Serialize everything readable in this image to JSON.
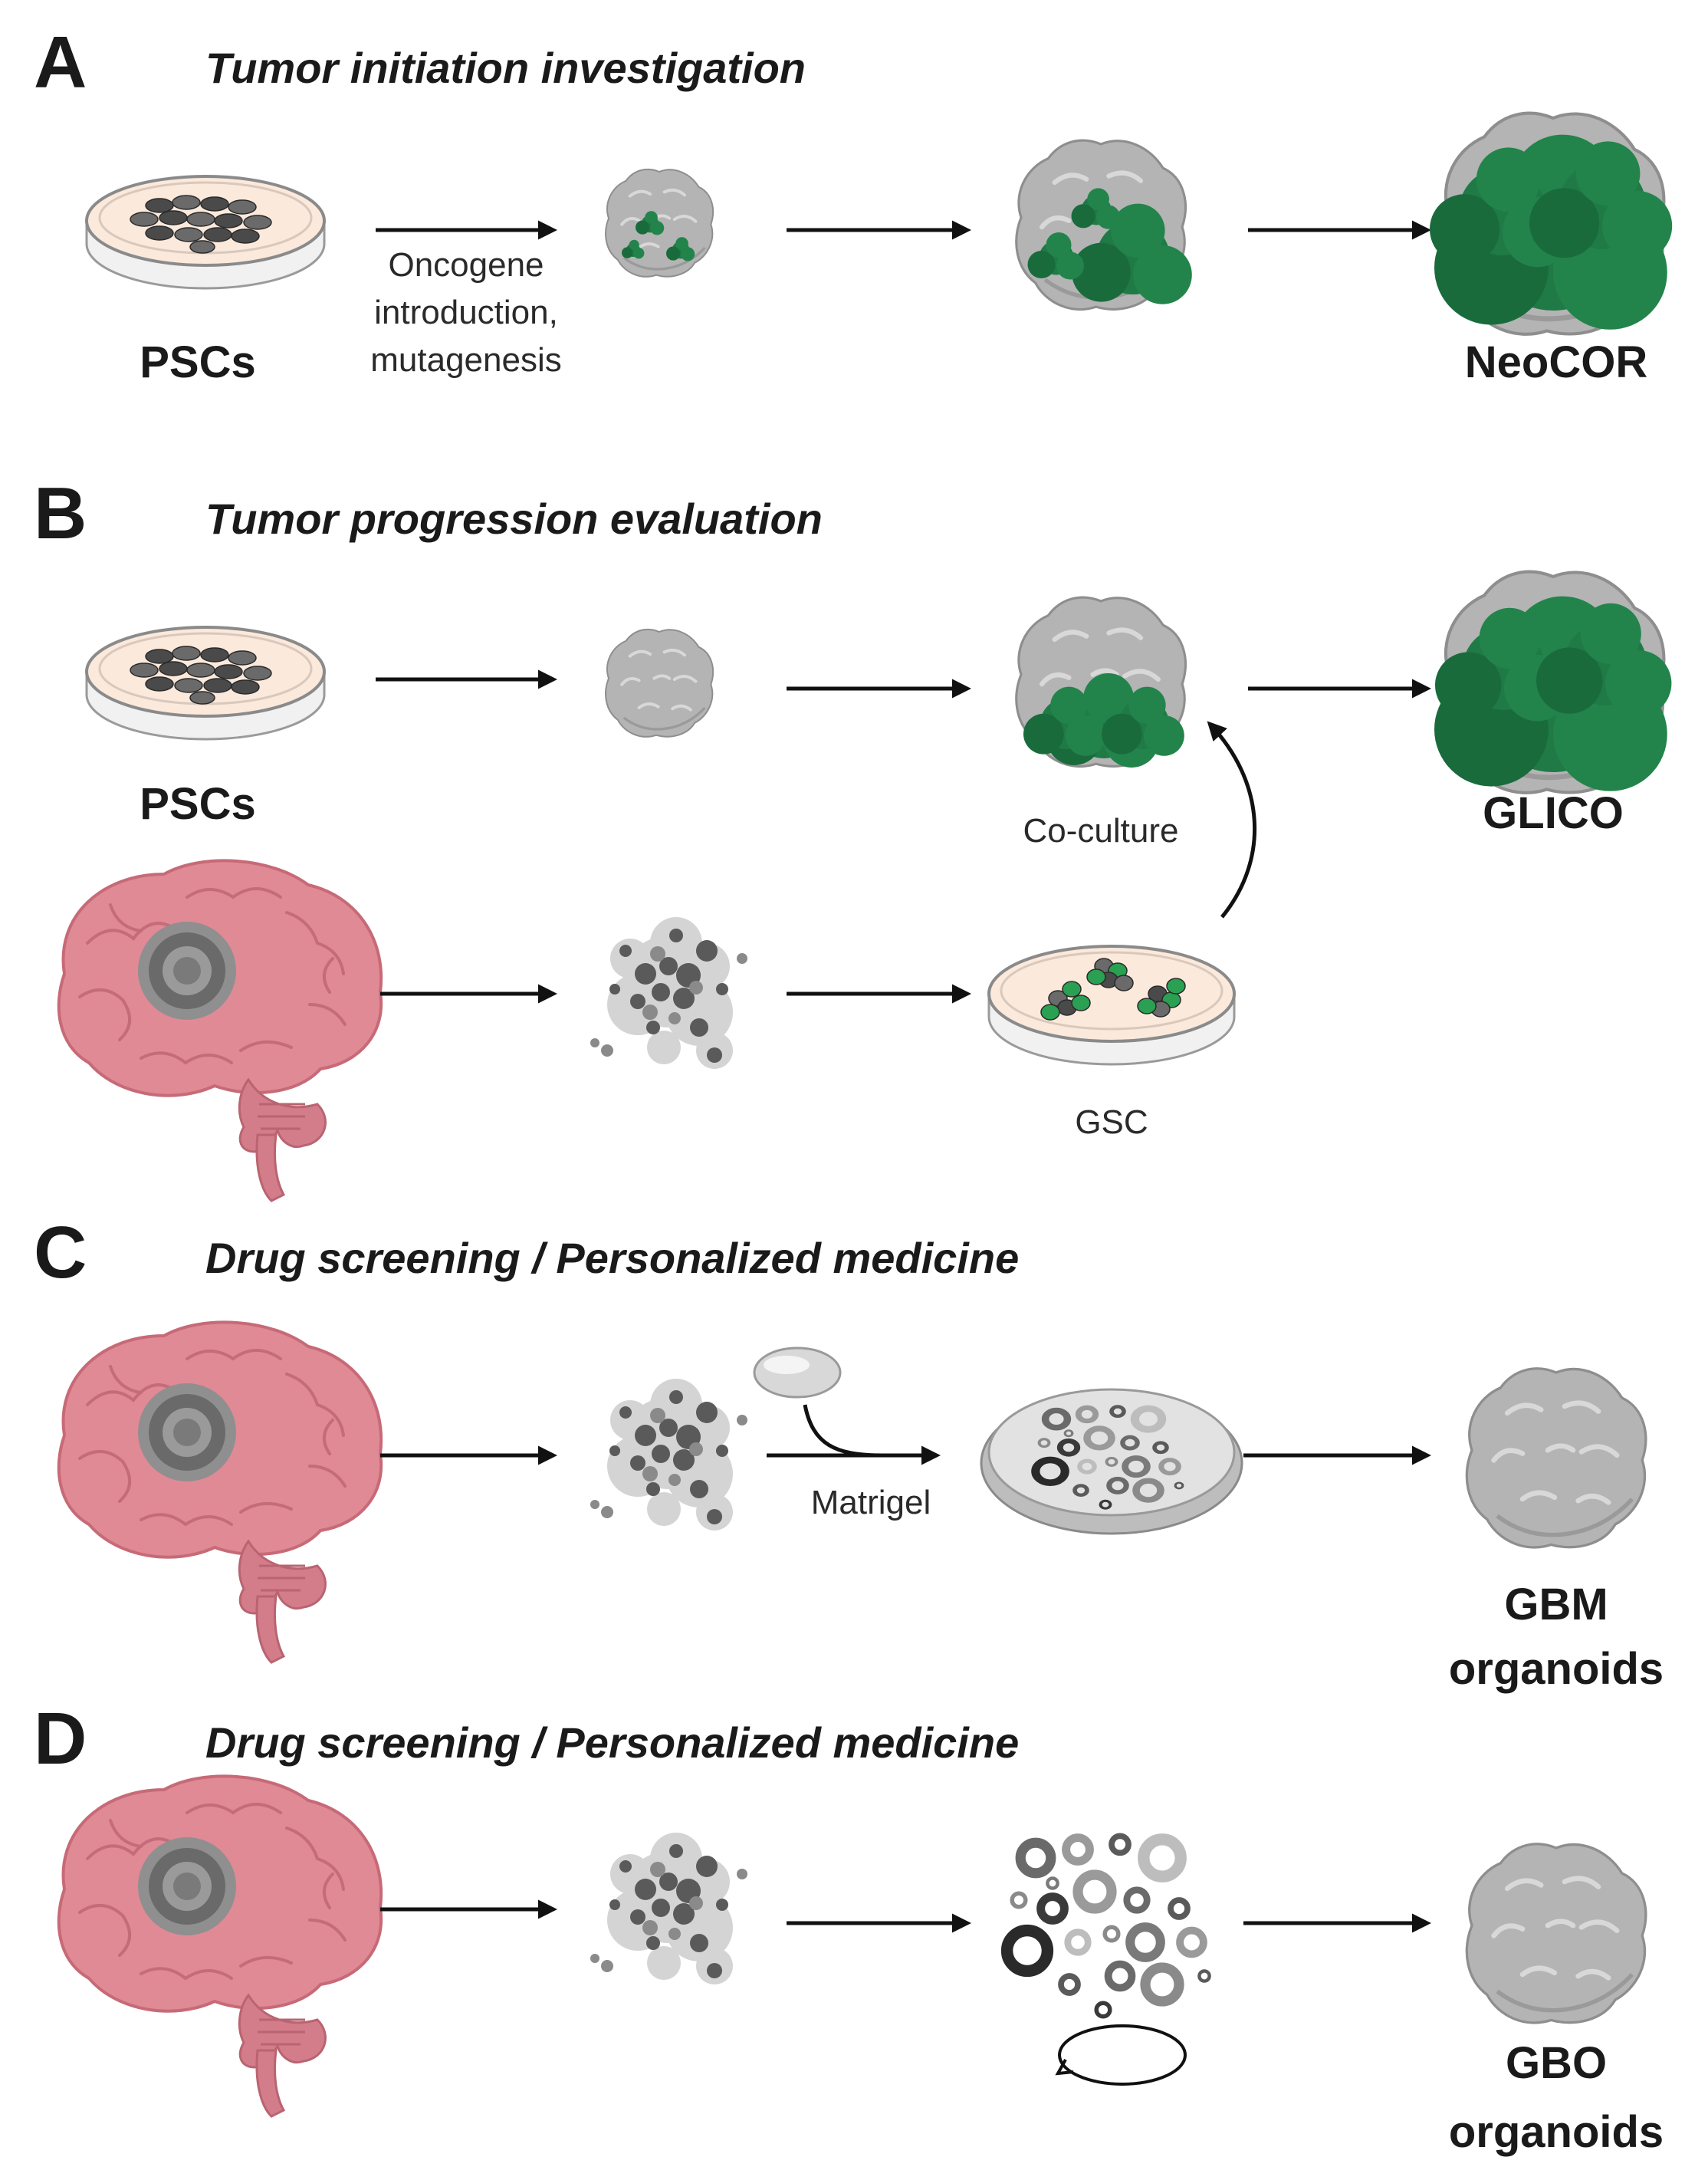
{
  "panels": {
    "a": {
      "letter": "A",
      "title": "Tumor initiation investigation",
      "source_label": "PSCs",
      "step_label_lines": [
        "Oncogene",
        "introduction,",
        "mutagenesis"
      ],
      "result_label": "NeoCOR"
    },
    "b": {
      "letter": "B",
      "title": "Tumor  progression evaluation",
      "source_label": "PSCs",
      "coculture_label": "Co-culture",
      "gsc_label": "GSC",
      "result_label": "GLICO"
    },
    "c": {
      "letter": "C",
      "title": "Drug  screening / Personalized medicine",
      "matrigel_label": "Matrigel",
      "result_label_lines": [
        "GBM",
        "organoids"
      ]
    },
    "d": {
      "letter": "D",
      "title": "Drug  screening / Personalized medicine",
      "result_label_lines": [
        "GBO",
        "organoids"
      ]
    }
  },
  "colors": {
    "tumor_green": "#1f7a45",
    "organoid_gray": "#a8a8a8",
    "brain_pink": "#e08a95",
    "dish_fill": "#fbe9dc"
  }
}
